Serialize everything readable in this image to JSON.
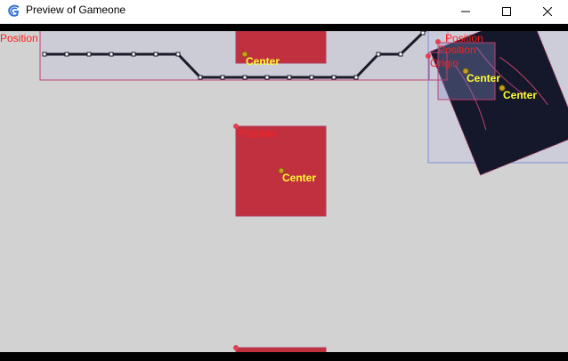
{
  "window": {
    "title": "Preview of Gameone",
    "app_icon": "gdevelop-icon",
    "controls": [
      "minimize-icon",
      "maximize-icon",
      "close-icon"
    ]
  },
  "scene": {
    "background_color": "#d2d2d2",
    "position_label": "Position",
    "center_label": "Center",
    "origin_label": "Origin",
    "sprite_color": "#c0303f",
    "panel_color": "#14182a",
    "selection_box_color": "#c04070",
    "bounds_box_color": "#7a8fd8"
  }
}
